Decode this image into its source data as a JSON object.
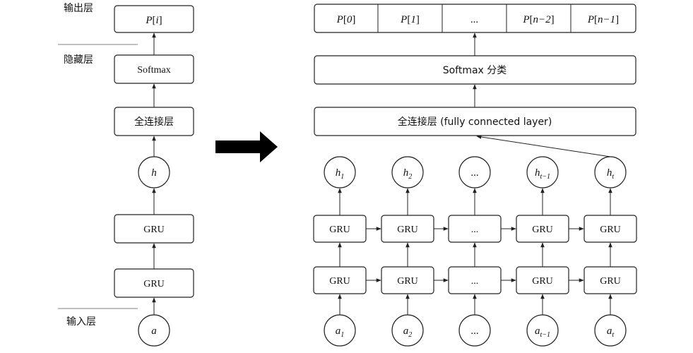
{
  "left": {
    "layer_labels": {
      "output": "输出层",
      "hidden": "隐藏层",
      "input": "输入层"
    },
    "output_base": "P",
    "output_index": "i",
    "softmax": "Softmax",
    "fc": "全连接层",
    "hidden_base": "h",
    "gru_top": "GRU",
    "gru_bottom": "GRU",
    "input_base": "a"
  },
  "right": {
    "outputs": [
      {
        "base": "P",
        "idx": "0"
      },
      {
        "base": "P",
        "idx": "1"
      },
      {
        "base": "",
        "idx": "",
        "plain": "..."
      },
      {
        "base": "P",
        "idx": "n−2"
      },
      {
        "base": "P",
        "idx": "n−1"
      }
    ],
    "softmax": "Softmax 分类",
    "fc": "全连接层 (fully connected layer)",
    "hidden": [
      {
        "base": "h",
        "sub": "1"
      },
      {
        "base": "h",
        "sub": "2"
      },
      {
        "base": "",
        "sub": "",
        "plain": "..."
      },
      {
        "base": "h",
        "sub": "t−1"
      },
      {
        "base": "h",
        "sub": "t"
      }
    ],
    "gru_top": [
      "GRU",
      "GRU",
      "...",
      "GRU",
      "GRU"
    ],
    "gru_bottom": [
      "GRU",
      "GRU",
      "...",
      "GRU",
      "GRU"
    ],
    "inputs": [
      {
        "base": "a",
        "sub": "1"
      },
      {
        "base": "a",
        "sub": "2"
      },
      {
        "base": "",
        "sub": "",
        "plain": "..."
      },
      {
        "base": "a",
        "sub": "t−1"
      },
      {
        "base": "a",
        "sub": "t"
      }
    ]
  },
  "colors": {
    "stroke": "#222222",
    "arrow_fill": "#000000",
    "background": "#ffffff"
  }
}
